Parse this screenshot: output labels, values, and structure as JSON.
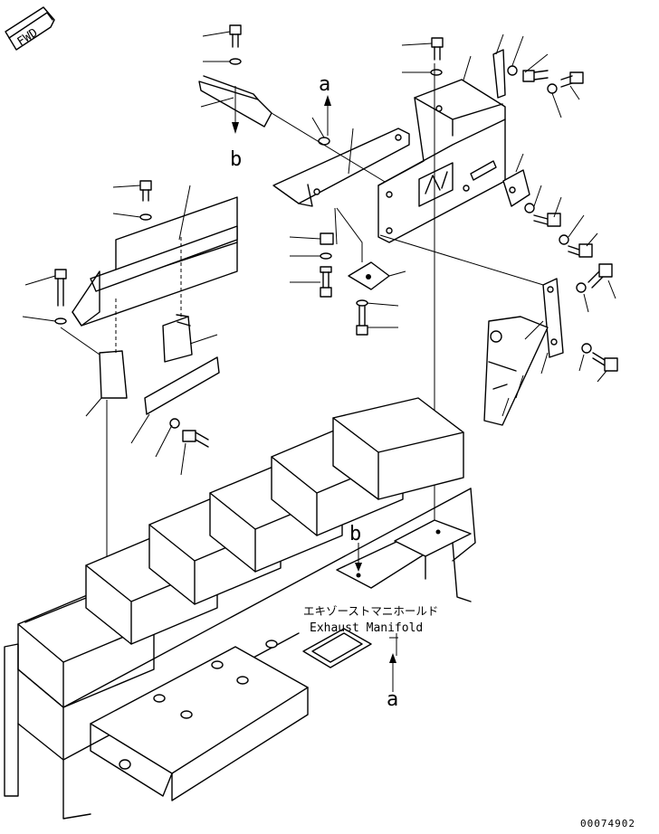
{
  "direction_badge": "FWD",
  "callouts": {
    "a_top": "a",
    "b_top": "b",
    "b_bottom": "b",
    "a_bottom": "a"
  },
  "manifold_label": {
    "japanese": "エキゾーストマニホールド",
    "english": "Exhaust Manifold"
  },
  "figure_number": "00074902"
}
